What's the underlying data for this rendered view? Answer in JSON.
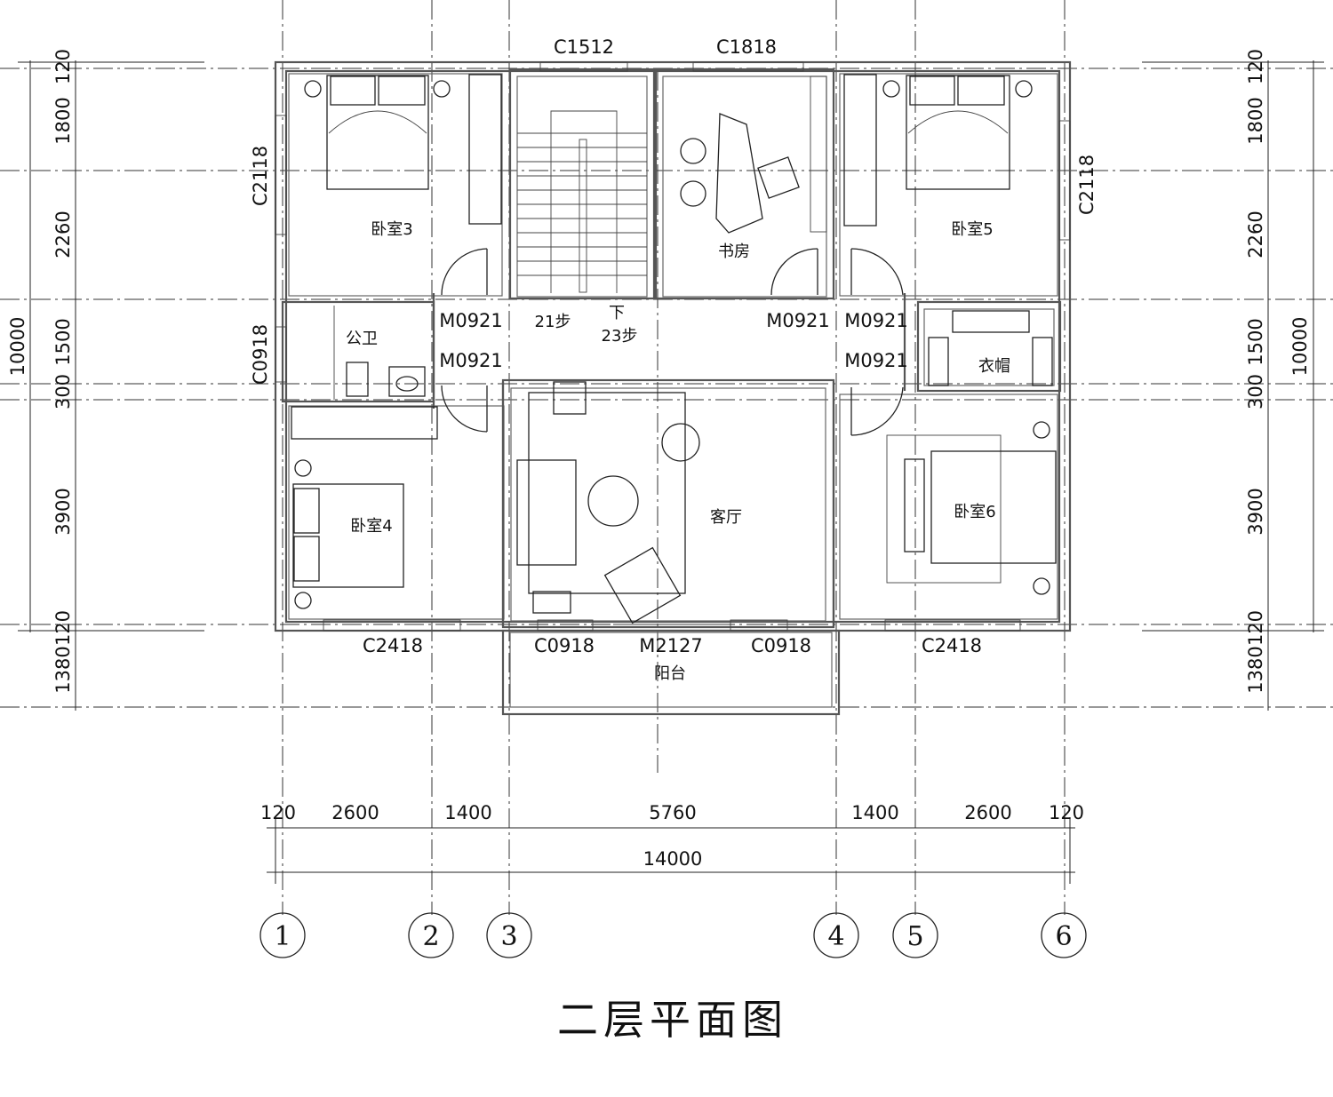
{
  "title": "二层平面图",
  "axes": [
    "1",
    "2",
    "3",
    "4",
    "5",
    "6"
  ],
  "dimensions": {
    "bottom_segments": [
      "120",
      "2600",
      "1400",
      "5760",
      "1400",
      "2600",
      "120"
    ],
    "bottom_total": "14000",
    "left_segments": [
      "120",
      "1800",
      "2260",
      "1500",
      "300",
      "3900",
      "120",
      "1380"
    ],
    "left_total": "10000",
    "right_segments": [
      "120",
      "1800",
      "2260",
      "1500",
      "300",
      "3900",
      "120",
      "1380"
    ],
    "right_total": "10000"
  },
  "rooms": {
    "bedroom3": "卧室3",
    "bedroom4": "卧室4",
    "bedroom5": "卧室5",
    "bedroom6": "卧室6",
    "study": "书房",
    "bathroom": "公卫",
    "cloakroom": "衣帽",
    "living": "客厅",
    "balcony": "阳台"
  },
  "stair": {
    "up_steps": "21步",
    "down_label": "下",
    "down_steps": "23步"
  },
  "openings": {
    "top_c1512": "C1512",
    "top_c1818": "C1818",
    "left_c2118": "C2118",
    "right_c2118": "C2118",
    "left_c0918": "C0918",
    "door_bath_upper": "M0921",
    "door_bath_lower": "M0921",
    "door_study": "M0921",
    "door_bed5": "M0921",
    "door_bed6": "M0921",
    "bottom_left_c2418": "C2418",
    "bottom_c0918_left": "C0918",
    "bottom_m2127": "M2127",
    "bottom_c0918_right": "C0918",
    "bottom_right_c2418": "C2418"
  }
}
